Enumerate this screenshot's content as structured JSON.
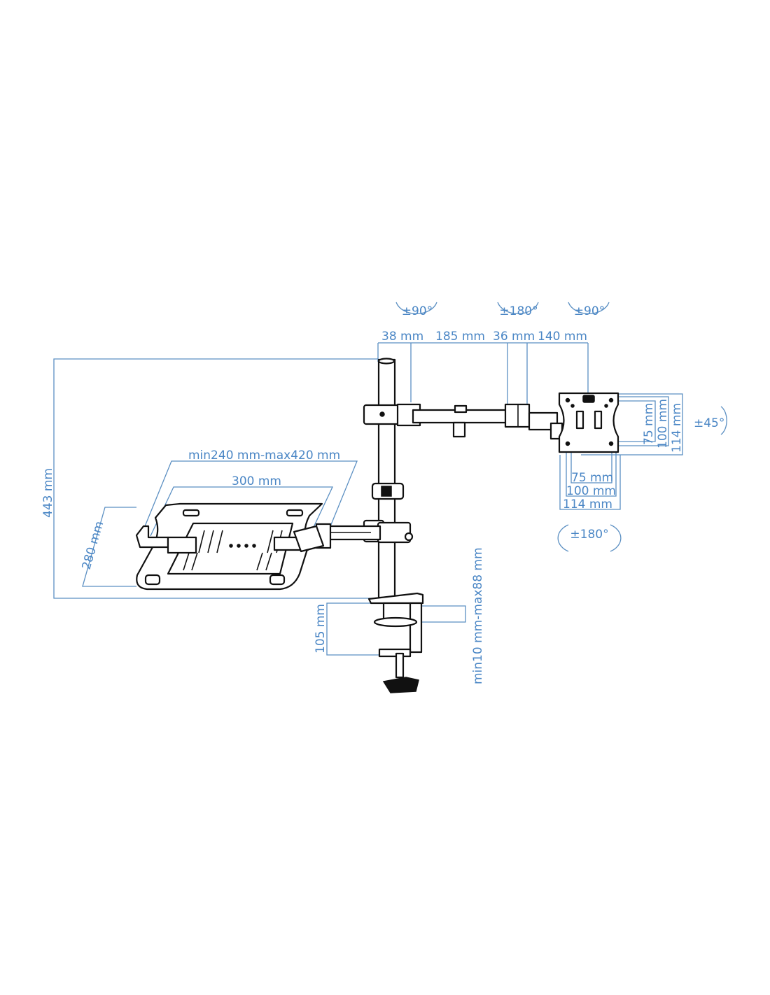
{
  "rotations": {
    "arm_base": "±90°",
    "arm_joint": "±180°",
    "head_tilt": "±90°",
    "head_rotate": "±45°",
    "head_swivel": "±180°"
  },
  "arm_dimensions": {
    "a": "38 mm",
    "b": "185 mm",
    "c": "36 mm",
    "d": "140 mm"
  },
  "height_dimension": "443 mm",
  "vesa": {
    "vertical": [
      "75 mm",
      "100 mm",
      "114 mm"
    ],
    "horizontal": [
      "75 mm",
      "100 mm",
      "114 mm"
    ]
  },
  "laptop_tray": {
    "width_range": "min240 mm-max420 mm",
    "width": "300 mm",
    "depth": "280 mm"
  },
  "clamp": {
    "clamp_depth": "105 mm",
    "desk_thickness": "min10 mm-max88 mm"
  },
  "colors": {
    "dimension_line": "#5b8fc2",
    "dimension_text": "#4a86c5",
    "outline": "#111111"
  }
}
